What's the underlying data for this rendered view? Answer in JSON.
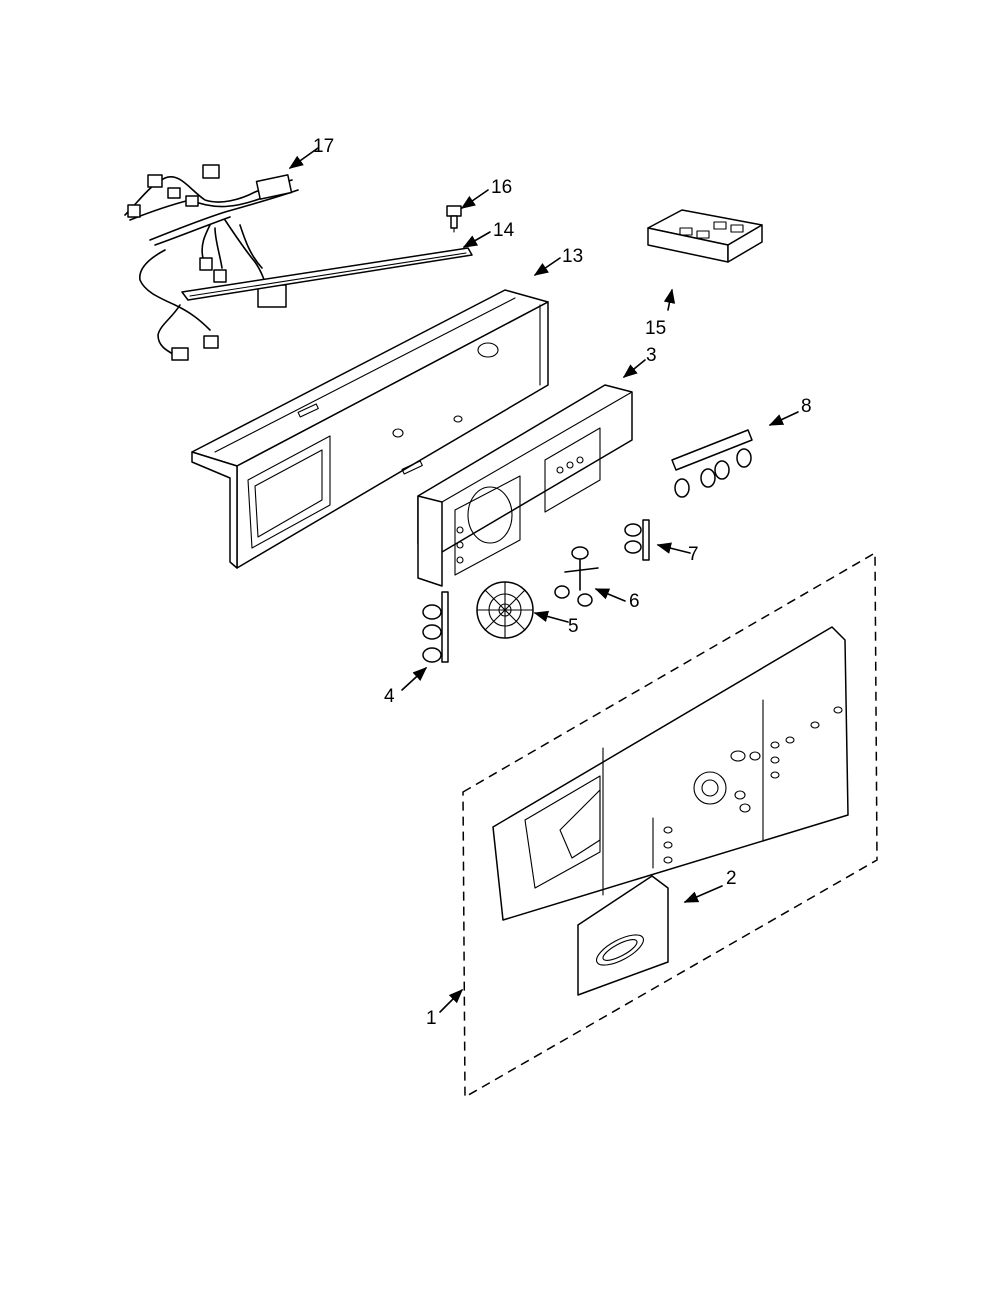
{
  "callouts": {
    "c1": "1",
    "c2": "2",
    "c3": "3",
    "c4": "4",
    "c5": "5",
    "c6": "6",
    "c7": "7",
    "c8": "8",
    "c13": "13",
    "c14": "14",
    "c15": "15",
    "c16": "16",
    "c17": "17"
  }
}
